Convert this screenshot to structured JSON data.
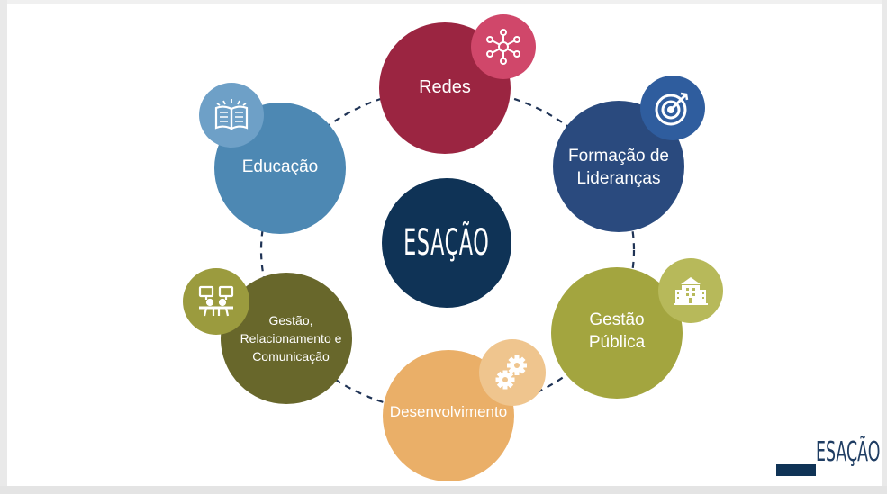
{
  "center": {
    "logo_text": "ESAÇÃO"
  },
  "nodes": {
    "redes": {
      "label": "Redes",
      "color": "#9b2541",
      "badge_color": "#d0476a",
      "icon": "network-icon"
    },
    "formacao": {
      "line1": "Formação de",
      "line2": "Lideranças",
      "color": "#2a4a7e",
      "badge_color": "#2f5d9e",
      "icon": "target-icon"
    },
    "gestao_publica": {
      "line1": "Gestão",
      "line2": "Pública",
      "color": "#a3a53f",
      "badge_color": "#b7b95a",
      "icon": "building-icon"
    },
    "desenvolvimento": {
      "label": "Desenvolvimento",
      "color": "#eaaf68",
      "badge_color": "#efc58e",
      "icon": "gears-icon"
    },
    "gestao_rel": {
      "line1": "Gestão,",
      "line2": "Relacionamento e",
      "line3": "Comunicação",
      "color": "#68672b",
      "badge_color": "#9b9b3e",
      "icon": "meeting-icon"
    },
    "educacao": {
      "label": "Educação",
      "color": "#4d88b3",
      "badge_color": "#6ea0c7",
      "icon": "open-book-icon"
    }
  },
  "corner_logo": {
    "text": "ESAÇÃO"
  }
}
